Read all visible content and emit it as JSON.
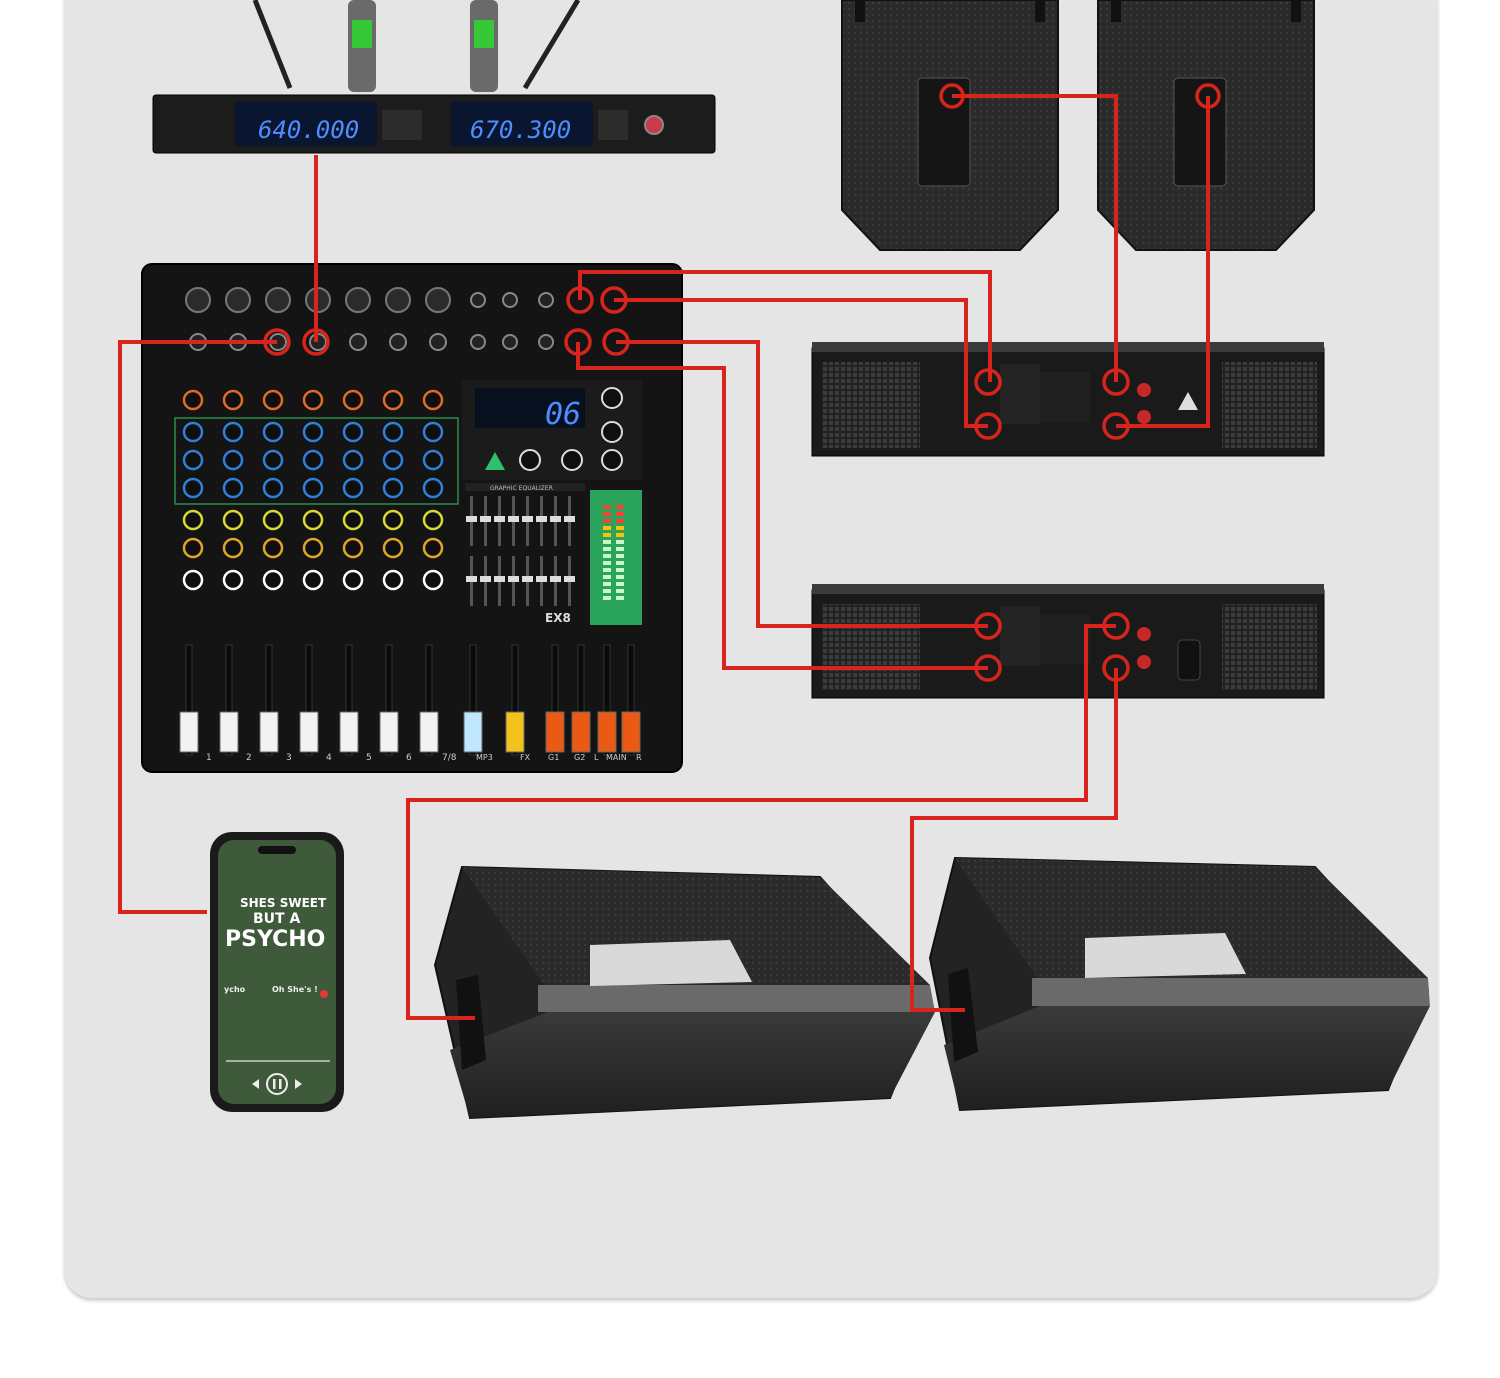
{
  "receiver": {
    "ch1_freq": "640.000",
    "ch2_freq": "670.300"
  },
  "mixer": {
    "dsp_display": "06",
    "channel_numbers": [
      "1",
      "2",
      "3",
      "4",
      "5",
      "6",
      "7/8"
    ],
    "bus_labels": [
      "MP3",
      "FX",
      "G1",
      "G2",
      "L",
      "MAIN",
      "R"
    ],
    "eq_label": "GRAPHIC EQUALIZER",
    "brand_mark": "EX8"
  },
  "phone": {
    "song_line1": "SHES SWEET",
    "song_line2": "BUT A",
    "song_line3": "PSYCHO",
    "track_short": "ycho",
    "track_artist": "Oh She's !"
  },
  "colors": {
    "cable": "#d8241c",
    "panel": "#e5e5e5",
    "device": "#1c1c1c",
    "lcd": "#4f8dff"
  }
}
